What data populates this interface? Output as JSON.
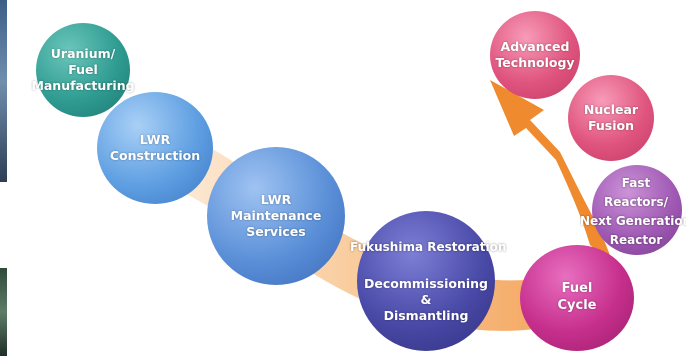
{
  "colors": {
    "flow_light": "#fbe0c4",
    "flow_dark": "#f08a2f",
    "teal": "#2f9c92",
    "blue_light": "#5f9fe2",
    "blue_mid": "#3f78c8",
    "indigo": "#3e3e9a",
    "magenta": "#c62f8c",
    "pink": "#e0557f",
    "purple": "#a05ab4"
  },
  "nodes": {
    "uranium": "Uranium/\nFuel\nManufacturing",
    "lwr_construction": "LWR\nConstruction",
    "lwr_maintenance": "LWR\nMaintenance\nServices",
    "fukushima": "Fukushima Restoration",
    "decommissioning": "Decommissioning\n&\nDismantling",
    "fuel_cycle": "Fuel\nCycle",
    "fast_reactors_1": "Fast",
    "fast_reactors_2": "Reactors/",
    "fast_reactors_3": "Next Generation",
    "fast_reactors_4": "Reactor",
    "nuclear_fusion": "Nuclear\nFusion",
    "advanced_technology": "Advanced\nTechnology"
  }
}
